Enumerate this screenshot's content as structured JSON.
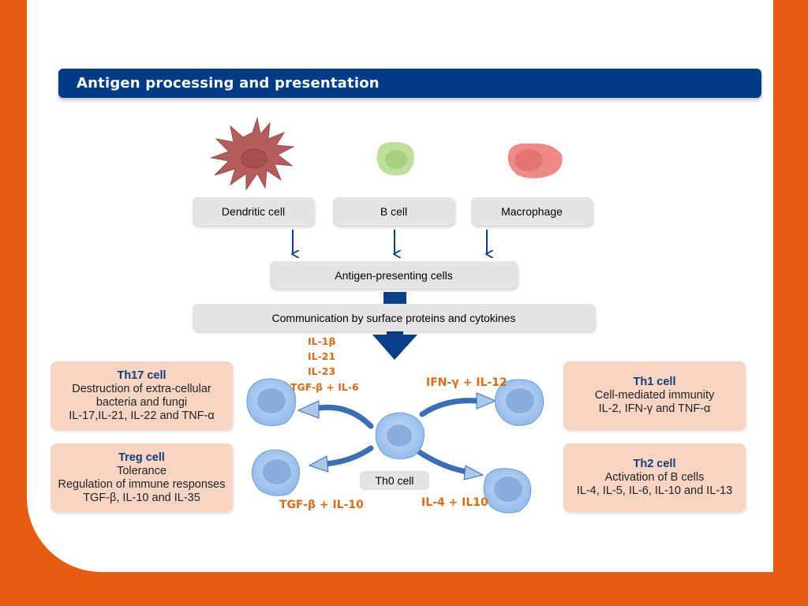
{
  "title": "Antigen processing and presentation",
  "cells": {
    "dendritic": "Dendritic cell",
    "b_cell": "B cell",
    "macrophage": "Macrophage"
  },
  "apc": "Antigen-presenting cells",
  "communication": "Communication by surface proteins and cytokines",
  "th0": "Th0 cell",
  "cytokines": {
    "th17_1": "IL-1β",
    "th17_2": "IL-21",
    "th17_3": "IL-23",
    "th17_4": "TGF-β  + IL-6",
    "treg": "TGF-β + IL-10",
    "th1": "IFN-γ + IL-12",
    "th2": "IL-4 + IL10"
  },
  "subsets": {
    "th17": {
      "name": "Th17 cell",
      "line1": "Destruction of extra-cellular",
      "line2": "bacteria and fungi",
      "line3": "IL-17,IL-21, IL-22 and TNF-α"
    },
    "treg": {
      "name": "Treg cell",
      "line1": "Tolerance",
      "line2": "Regulation of immune responses",
      "line3": "TGF-β, IL-10 and IL-35"
    },
    "th1": {
      "name": "Th1 cell",
      "line1": "Cell-mediated immunity",
      "line2": "IL-2, IFN-γ and TNF-α"
    },
    "th2": {
      "name": "Th2 cell",
      "line1": "Activation of B cells",
      "line2": "IL-4, IL-5, IL-6, IL-10 and IL-13"
    }
  },
  "colors": {
    "frame": "#e65c12",
    "title_bar": "#003c85",
    "box_grey": "#e4e4e4",
    "box_peach": "#f7d5c2",
    "cytokine_text": "#e06a14",
    "arrow_blue": "#0b3f87",
    "tcell_blue": "#9ec3ee"
  }
}
